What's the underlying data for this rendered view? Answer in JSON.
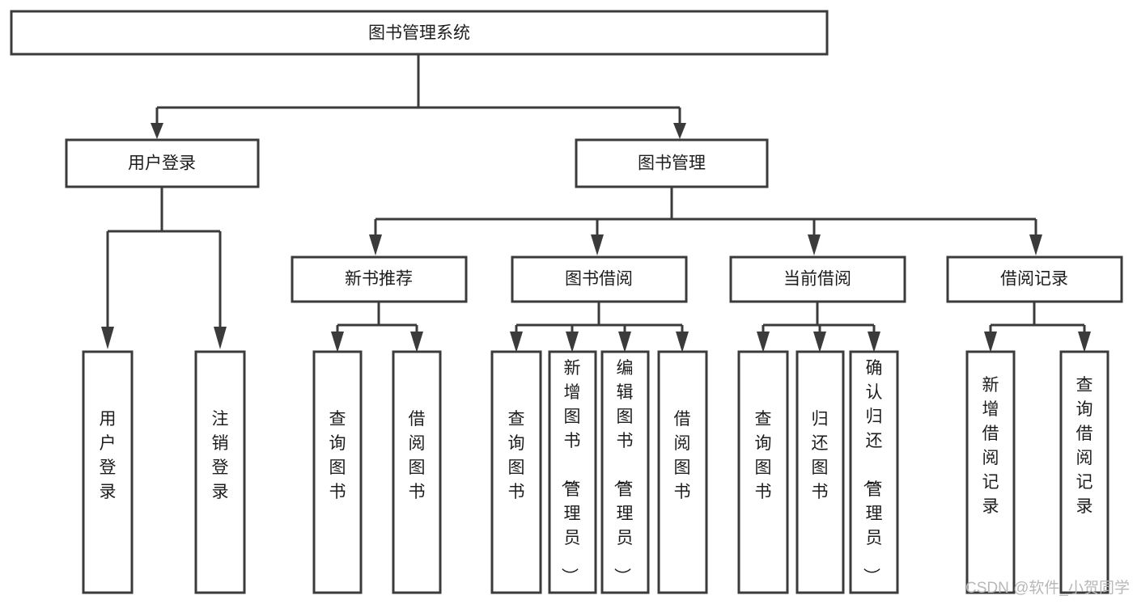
{
  "diagram": {
    "title": "图书管理系统",
    "type": "functional-structure-tree",
    "orientation": "top-down",
    "levels": 4,
    "root": {
      "id": "root",
      "label": "图书管理系统",
      "orientation": "horizontal"
    },
    "level1": [
      {
        "id": "user-login",
        "label": "用户登录",
        "orientation": "horizontal"
      },
      {
        "id": "book-management",
        "label": "图书管理",
        "orientation": "horizontal"
      }
    ],
    "level2": [
      {
        "id": "new-book-recommend",
        "label": "新书推荐",
        "parent": "book-management",
        "orientation": "horizontal"
      },
      {
        "id": "book-borrow",
        "label": "图书借阅",
        "parent": "book-management",
        "orientation": "horizontal"
      },
      {
        "id": "current-borrow",
        "label": "当前借阅",
        "parent": "book-management",
        "orientation": "horizontal"
      },
      {
        "id": "borrow-record",
        "label": "借阅记录",
        "parent": "book-management",
        "orientation": "horizontal"
      }
    ],
    "leaves": [
      {
        "id": "leaf-user-login",
        "label": "用户登录",
        "parent": "user-login",
        "orientation": "vertical"
      },
      {
        "id": "leaf-logout",
        "label": "注销登录",
        "parent": "user-login",
        "orientation": "vertical"
      },
      {
        "id": "leaf-query-book-1",
        "label": "查询图书",
        "parent": "new-book-recommend",
        "orientation": "vertical"
      },
      {
        "id": "leaf-borrow-book-1",
        "label": "借阅图书",
        "parent": "new-book-recommend",
        "orientation": "vertical"
      },
      {
        "id": "leaf-query-book-2",
        "label": "查询图书",
        "parent": "book-borrow",
        "orientation": "vertical"
      },
      {
        "id": "leaf-add-book",
        "label": "新增图书（管理员）",
        "parent": "book-borrow",
        "orientation": "vertical"
      },
      {
        "id": "leaf-edit-book",
        "label": "编辑图书（管理员）",
        "parent": "book-borrow",
        "orientation": "vertical"
      },
      {
        "id": "leaf-borrow-book-2",
        "label": "借阅图书",
        "parent": "book-borrow",
        "orientation": "vertical"
      },
      {
        "id": "leaf-query-book-3",
        "label": "查询图书",
        "parent": "current-borrow",
        "orientation": "vertical"
      },
      {
        "id": "leaf-return-book",
        "label": "归还图书",
        "parent": "current-borrow",
        "orientation": "vertical"
      },
      {
        "id": "leaf-confirm-return",
        "label": "确认归还（管理员）",
        "parent": "current-borrow",
        "orientation": "vertical"
      },
      {
        "id": "leaf-add-record",
        "label": "新增借阅记录",
        "parent": "borrow-record",
        "orientation": "vertical"
      },
      {
        "id": "leaf-query-record",
        "label": "查询借阅记录",
        "parent": "borrow-record",
        "orientation": "vertical"
      }
    ],
    "watermark": "CSDN @软件_小贺同学",
    "colors": {
      "stroke": "#3b3b3b",
      "fill": "#ffffff",
      "text": "#1d1d1d",
      "watermark": "#b8b8b8",
      "background": "#ffffff"
    }
  }
}
